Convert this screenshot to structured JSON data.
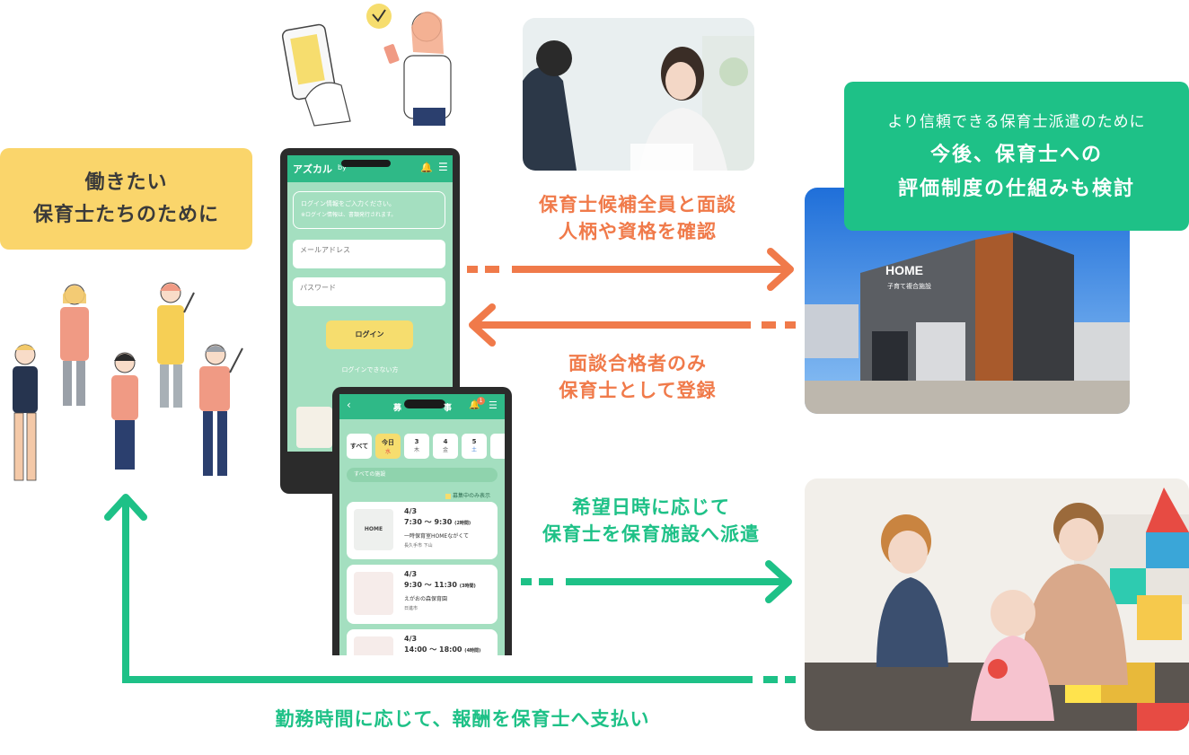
{
  "left_label": {
    "line1": "働きたい",
    "line2": "保育士たちのために"
  },
  "top_right_label": {
    "small": "より信頼できる保育士派遣のために",
    "big1": "今後、保育士への",
    "big2": "評価制度の仕組みも検討"
  },
  "flows": {
    "interview_1": "保育士候補全員と面談",
    "interview_2": "人柄や資格を確認",
    "register_1": "面談合格者のみ",
    "register_2": "保育士として登録",
    "dispatch_1": "希望日時に応じて",
    "dispatch_2": "保育士を保育施設へ派遣",
    "payment": "勤務時間に応じて、報酬を保育士へ支払い"
  },
  "login_phone": {
    "app_name": "アズカル",
    "by": "by",
    "notice_1": "ログイン情報をご入力ください。",
    "notice_2": "※ログイン情報は、書類発行されます。",
    "email_placeholder": "メールアドレス",
    "password_placeholder": "パスワード",
    "login_button": "ログイン",
    "cant_login": "ログインできない方"
  },
  "job_phone": {
    "header": "募",
    "header_tail": "事",
    "badge": "1",
    "tabs": [
      {
        "top": "すべて",
        "bottom": ""
      },
      {
        "top": "今日",
        "bottom": "水"
      },
      {
        "top": "3",
        "bottom": "木"
      },
      {
        "top": "4",
        "bottom": "金"
      },
      {
        "top": "5",
        "bottom": "土"
      }
    ],
    "search_placeholder": "すべての施設",
    "filter_label": "募集中のみ表示",
    "jobs": [
      {
        "date": "4/3",
        "time": "7:30 〜 9:30",
        "hours": "(2時間)",
        "name": "一時保育室HOMEながくて",
        "place": "長久手市 下山",
        "thumb": "HOME"
      },
      {
        "date": "4/3",
        "time": "9:30 〜 11:30",
        "hours": "(3時間)",
        "name": "えがおの森保育園",
        "place": "日進市",
        "thumb": ""
      },
      {
        "date": "4/3",
        "time": "14:00 〜 18:00",
        "hours": "(4時間)",
        "name": "",
        "place": "",
        "thumb": ""
      }
    ]
  },
  "building": {
    "sign_1": "HOME",
    "sign_2": "子育て複合施設"
  },
  "colors": {
    "yellow": "#fad56b",
    "green": "#1ec187",
    "orange": "#f07a4a",
    "app_green": "#a4dfc0"
  }
}
